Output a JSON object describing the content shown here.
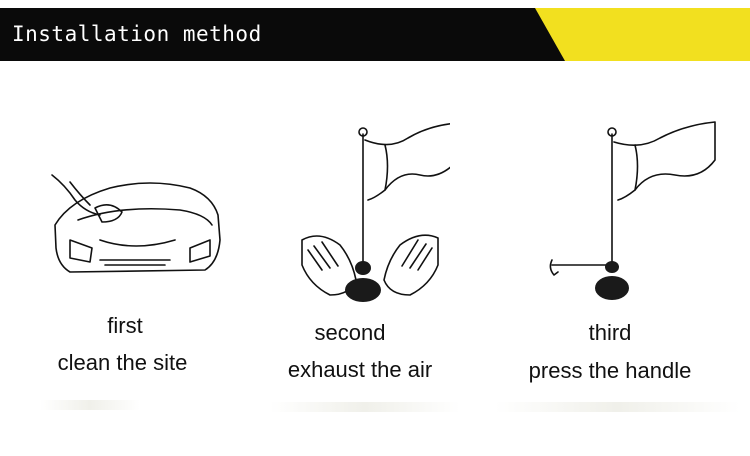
{
  "header": {
    "title": "Installation method",
    "accent_color": "#f2e01f",
    "bar_color": "#0a0a0a"
  },
  "steps": [
    {
      "label": "first",
      "text": "clean the site",
      "icon": "car-wipe-illustration"
    },
    {
      "label": "second",
      "text": "exhaust the air",
      "icon": "hands-press-suction-flag-illustration"
    },
    {
      "label": "third",
      "text": "press the handle",
      "icon": "suction-flag-handle-illustration"
    }
  ]
}
